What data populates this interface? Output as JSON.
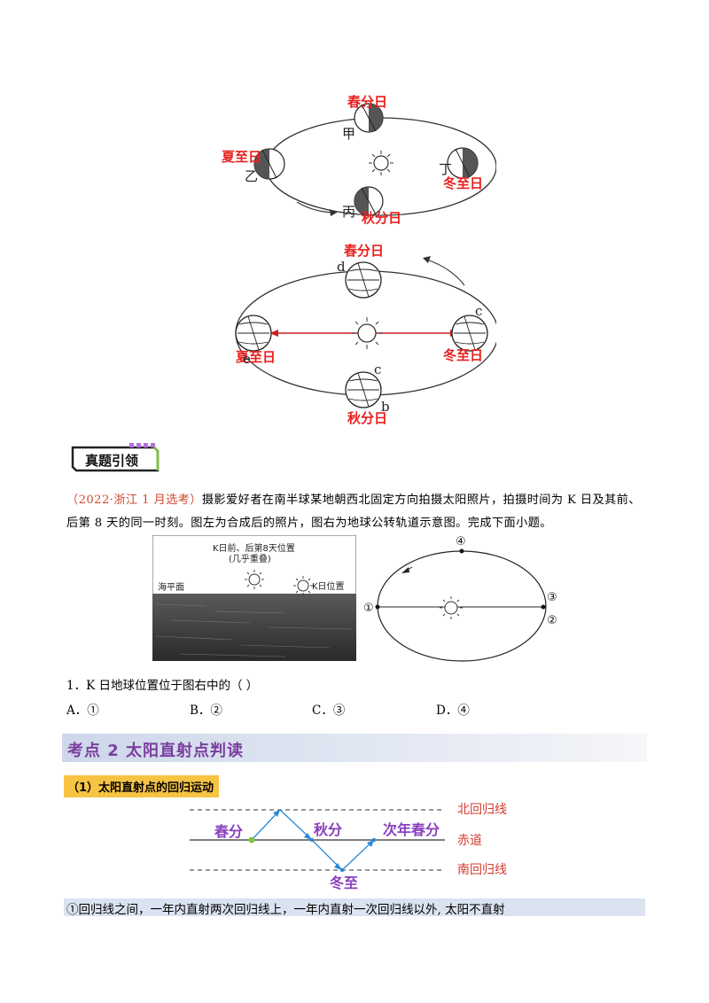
{
  "diagram1": {
    "spring": "春分日",
    "summer": "夏至日",
    "autumn": "秋分日",
    "winter": "冬至日",
    "pos_a": "甲",
    "pos_b": "乙",
    "pos_c": "丙",
    "pos_d": "丁"
  },
  "diagram2": {
    "spring": "春分日",
    "summer": "夏至日",
    "autumn": "秋分日",
    "winter": "冬至日",
    "mark_d": "d",
    "mark_b": "b",
    "mark_e": "e",
    "mark_c1": "c",
    "mark_c2": "c"
  },
  "tag": {
    "label": "真题引领"
  },
  "intro": {
    "source": "（2022·浙江 1 月选考）",
    "text": "摄影爱好者在南半球某地朝西北固定方向拍摄太阳照片，拍摄时间为 K 日及其前、后第 8 天的同一时刻。图左为合成后的照片，图右为地球公转轨道示意图。完成下面小题。"
  },
  "photo": {
    "caption_top": "K日前、后第8天位置",
    "caption_sub": "(几乎重叠)",
    "sea_level": "海平面",
    "k_label": "K日位置"
  },
  "orbit": {
    "p1": "①",
    "p2": "②",
    "p3": "③",
    "p4": "④"
  },
  "question": {
    "stem": "1．K 日地球位置位于图右中的（    ）",
    "options": [
      "A．①",
      "B．②",
      "C．③",
      "D．④"
    ]
  },
  "section": {
    "title": "考点 2    太阳直射点判读"
  },
  "subsection": {
    "label": "（1）太阳直射点的回归运动"
  },
  "diagram3": {
    "north": "北回归线",
    "equator": "赤道",
    "south": "南回归线",
    "spring": "春分",
    "autumn": "秋分",
    "winter": "冬至",
    "next_spring": "次年春分"
  },
  "note": {
    "text": "①回归线之间，一年内直射两次回归线上，一年内直射一次回归线以外, 太阳不直射"
  }
}
